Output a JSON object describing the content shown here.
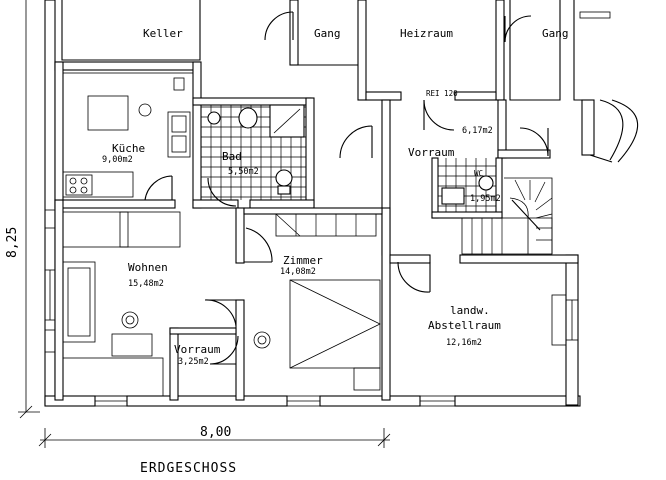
{
  "title": "ERDGESCHOSS",
  "dimensions": {
    "width": "8,00",
    "height": "8,25"
  },
  "rooms": {
    "keller": {
      "label": "Keller"
    },
    "gang1": {
      "label": "Gang"
    },
    "heizraum": {
      "label": "Heizraum"
    },
    "gang2": {
      "label": "Gang"
    },
    "kueche": {
      "label": "Küche",
      "area": "9,00m2"
    },
    "bad": {
      "label": "Bad",
      "area": "5,50m2"
    },
    "vorraum_top": {
      "label": "Vorraum",
      "area": "6,17m2"
    },
    "wc": {
      "label": "WC",
      "area": "1,95m2"
    },
    "wohnen": {
      "label": "Wohnen",
      "area": "15,48m2"
    },
    "zimmer": {
      "label": "Zimmer",
      "area": "14,08m2"
    },
    "abstellraum": {
      "label_line1": "landw.",
      "label_line2": "Abstellraum",
      "area": "12,16m2"
    },
    "vorraum_bottom": {
      "label": "Vorraum",
      "area": "3,25m2"
    }
  },
  "annotations": {
    "rei": "REI 120"
  }
}
